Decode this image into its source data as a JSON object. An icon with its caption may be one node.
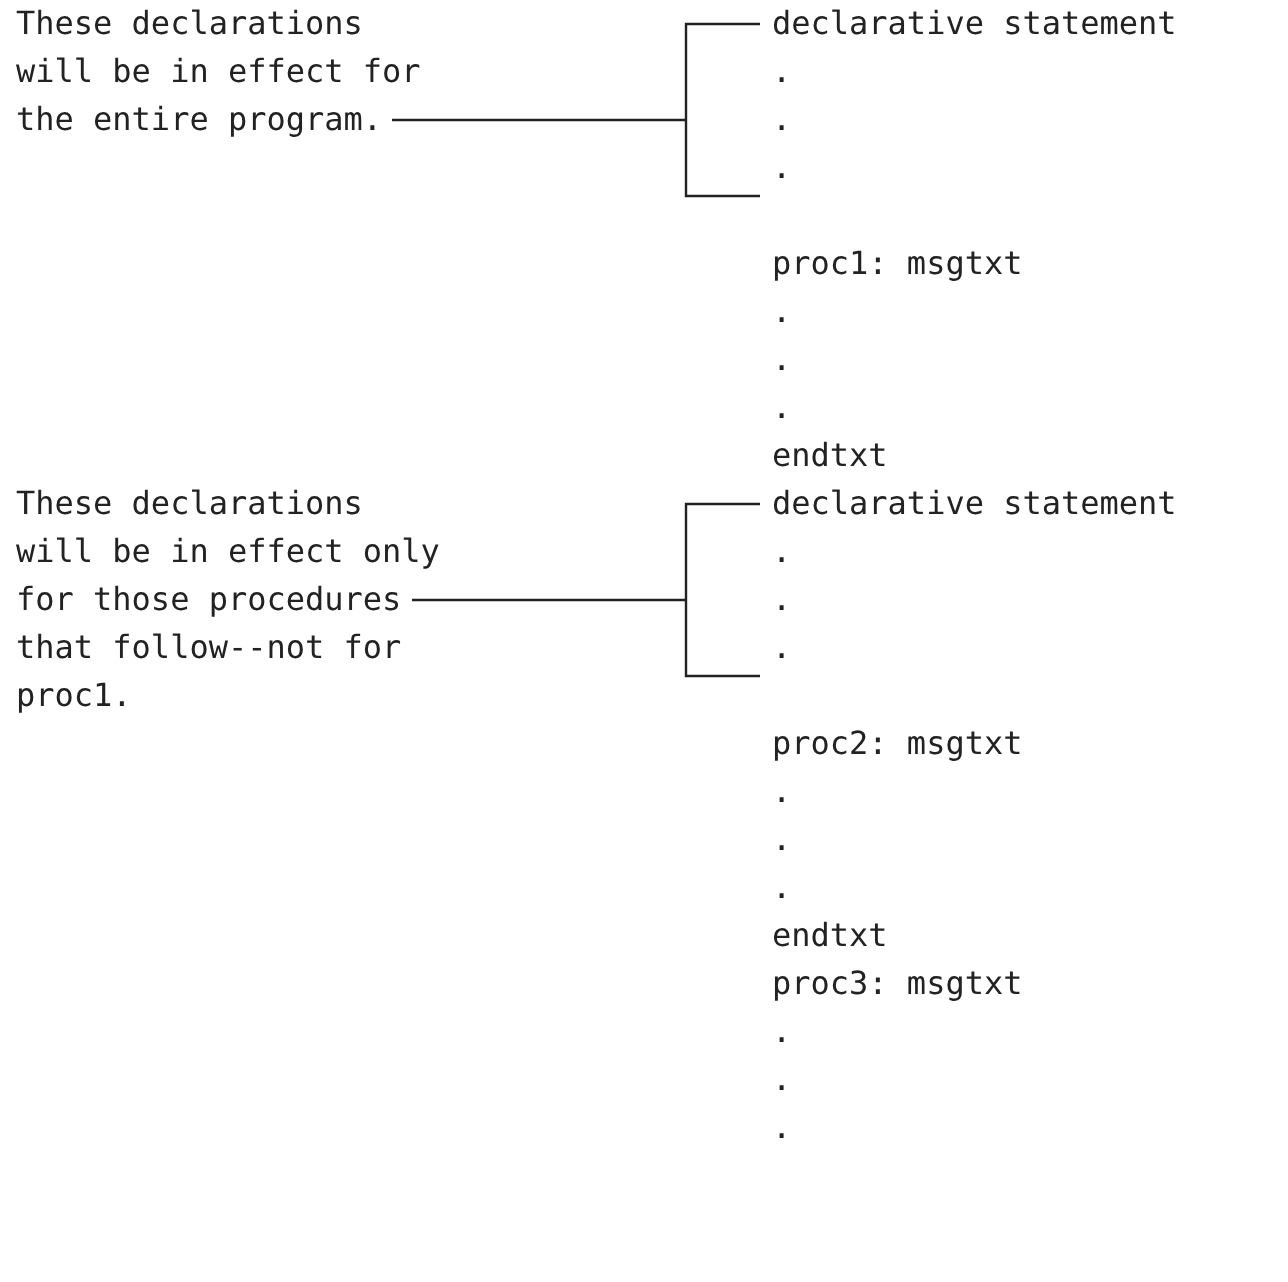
{
  "diagram": {
    "labels": [
      "These declarations will be in effect for the entire program.",
      "declarative statement",
      ".",
      ".",
      ".",
      "proc1: msgtxt",
      ".",
      ".",
      ".",
      "endtxt",
      "These declarations will be in effect only for those procedures that follow--not for proc1.",
      "declarative statement",
      ".",
      ".",
      ".",
      "proc2: msgtxt",
      ".",
      ".",
      ".",
      "endtxt",
      "proc3: msgtxt",
      ".",
      ".",
      "."
    ]
  }
}
